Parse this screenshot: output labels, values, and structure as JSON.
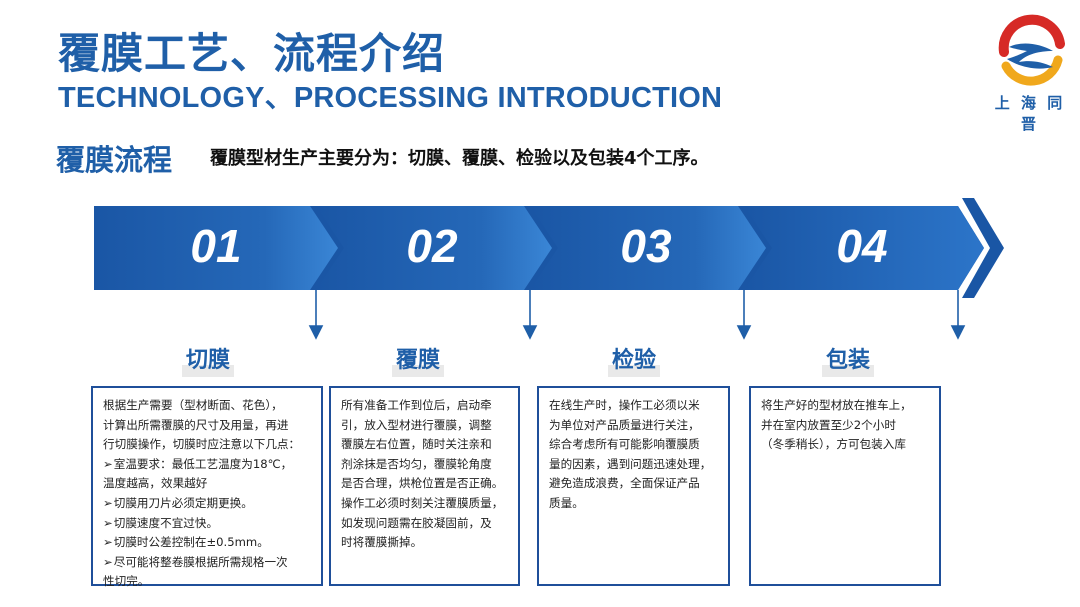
{
  "header": {
    "title_cn": "覆膜工艺、流程介绍",
    "title_en": "TECHNOLOGY、PROCESSING INTRODUCTION"
  },
  "logo": {
    "text": "上 海 同 晋",
    "icon": "tongjin-logo-icon",
    "colors": {
      "red": "#d62a26",
      "blue": "#1f5fa8",
      "yellow": "#f0a81c"
    }
  },
  "section": {
    "heading": "覆膜流程",
    "intro": "覆膜型材生产主要分为：切膜、覆膜、检验以及包装4个工序。"
  },
  "colors": {
    "primary_blue": "#1f5fa8",
    "banner_dark": "#1a56a5",
    "banner_light": "#2c75c9",
    "box_border": "#1f4f9a"
  },
  "steps": [
    {
      "number": "01",
      "title": "切膜",
      "lines": [
        "根据生产需要（型材断面、花色），",
        "计算出所需覆膜的尺寸及用量，再进",
        "行切膜操作，切膜时应注意以下几点：",
        "室温要求：最低工艺温度为18℃，",
        "温度越高，效果越好",
        "切膜用刀片必须定期更换。",
        "切膜速度不宜过快。",
        "切膜时公差控制在±0.5mm。",
        "尽可能将整卷膜根据所需规格一次",
        "性切完。"
      ]
    },
    {
      "number": "02",
      "title": "覆膜",
      "lines": [
        "所有准备工作到位后，启动牵",
        "引，放入型材进行覆膜，调整",
        "覆膜左右位置，随时关注亲和",
        "剂涂抹是否均匀，覆膜轮角度",
        "是否合理，烘枪位置是否正确。",
        "操作工必须时刻关注覆膜质量，",
        "如发现问题需在胶凝固前，及",
        "时将覆膜撕掉。"
      ]
    },
    {
      "number": "03",
      "title": "检验",
      "lines": [
        "在线生产时，操作工必须以米",
        "为单位对产品质量进行关注，",
        "综合考虑所有可能影响覆膜质",
        "量的因素，遇到问题迅速处理，",
        "避免造成浪费，全面保证产品",
        "质量。"
      ]
    },
    {
      "number": "04",
      "title": "包装",
      "lines": [
        "将生产好的型材放在推车上，",
        "并在室内放置至少2个小时",
        "（冬季稍长），方可包装入库"
      ]
    }
  ]
}
